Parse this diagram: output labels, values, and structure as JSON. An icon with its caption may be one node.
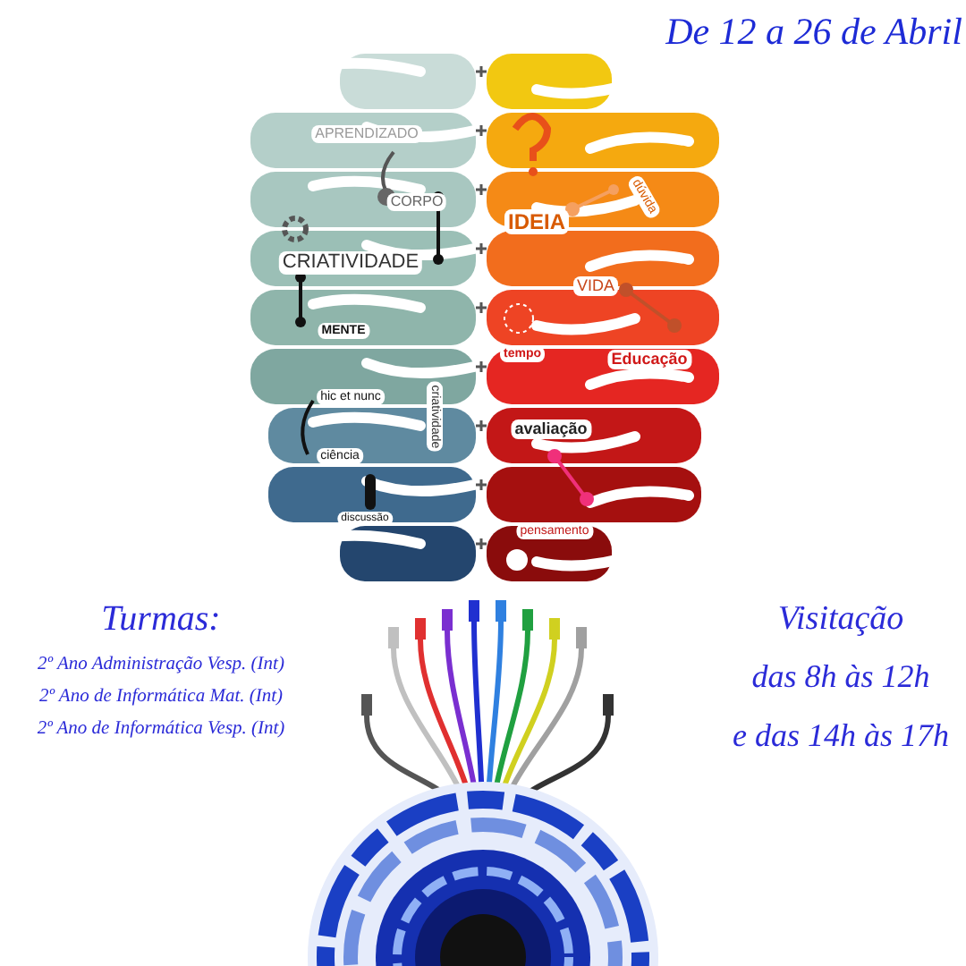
{
  "diagram": {
    "labels": [
      "De 12 a 26 de Abril",
      "APRENDIZADO",
      "CORPO",
      "CRIATIVIDADE",
      "MENTE",
      "hic et nunc",
      "criatividade",
      "ciência",
      "discussão",
      "IDEIA",
      "dúvida",
      "VIDA",
      "tempo",
      "Educação",
      "avaliação",
      "pensamento",
      "Turmas:",
      "2º Ano Administração Vesp. (Int)",
      "2º Ano de Informática Mat. (Int)",
      "2º Ano de Informática Vesp. (Int)",
      "Visitação",
      "das 8h às 12h",
      "e das 14h às 17h"
    ]
  }
}
